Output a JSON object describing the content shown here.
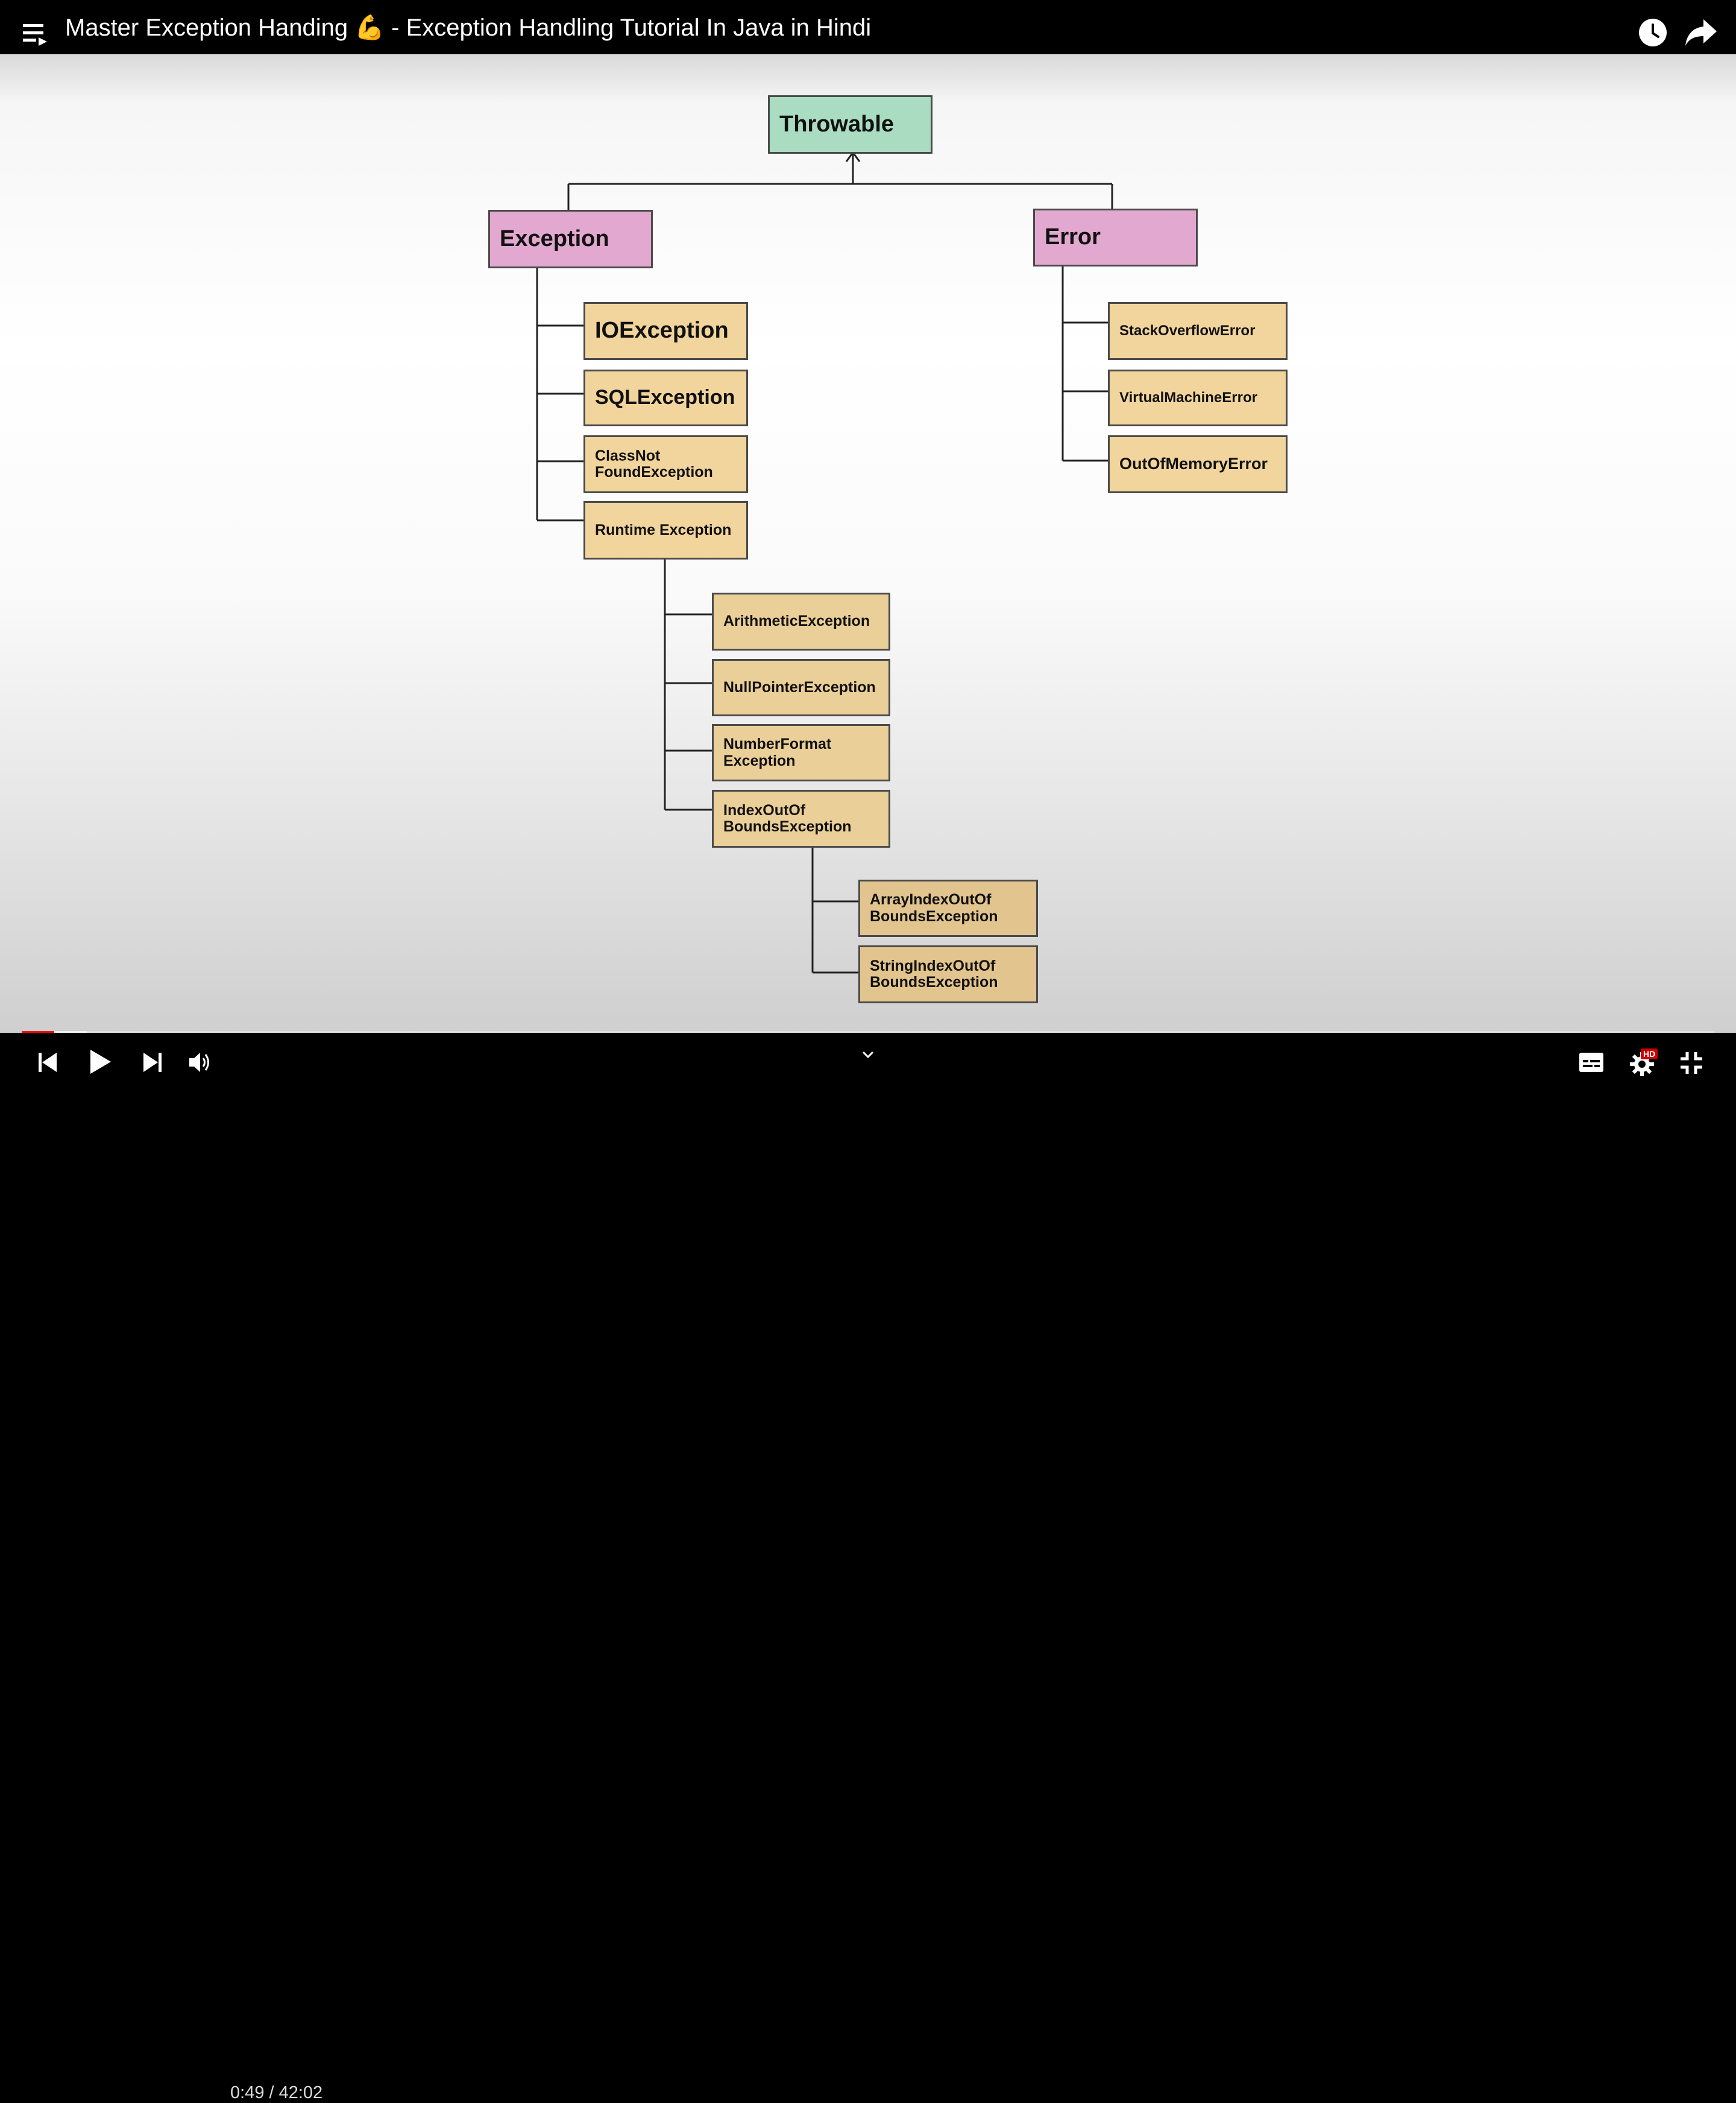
{
  "video": {
    "title": "Master Exception Handing 💪 - Exception Handling Tutorial In Java in Hindi",
    "current_time": "0:49",
    "duration": "42:02",
    "time_display": "0:49 / 42:02",
    "progress_fraction": 0.0194,
    "buffered_fraction": 0.0385
  },
  "header": {
    "menu_icon": "playlist-menu-icon",
    "watch_later_icon": "clock-icon",
    "share_icon": "share-arrow-icon"
  },
  "controls": {
    "previous_icon": "skip-previous-icon",
    "play_icon": "play-icon",
    "next_icon": "skip-next-icon",
    "volume_icon": "volume-icon",
    "expand_icon": "chevron-down-icon",
    "captions_icon": "captions-icon",
    "settings_icon": "gear-icon",
    "settings_badge": "HD",
    "fullscreen_exit_icon": "exit-fullscreen-icon"
  },
  "diagram": {
    "root": "Throwable",
    "exception": "Exception",
    "error": "Error",
    "exception_children": [
      "IOException",
      "SQLException",
      "ClassNot\nFoundException",
      "Runtime Exception"
    ],
    "error_children": [
      "StackOverflowError",
      "VirtualMachineError",
      "OutOfMemoryError"
    ],
    "runtime_children": [
      "ArithmeticException",
      "NullPointerException",
      "NumberFormat\nException",
      "IndexOutOf\nBoundsException"
    ],
    "index_children": [
      "ArrayIndexOutOf\nBoundsException",
      "StringIndexOutOf\nBoundsException"
    ]
  },
  "colors": {
    "root_fill": "#a9dcc0",
    "class_fill": "#e2a8cf",
    "subclass_fill": "#f2d59d",
    "progress": "#ff0000",
    "hd_badge": "#cc0000"
  }
}
